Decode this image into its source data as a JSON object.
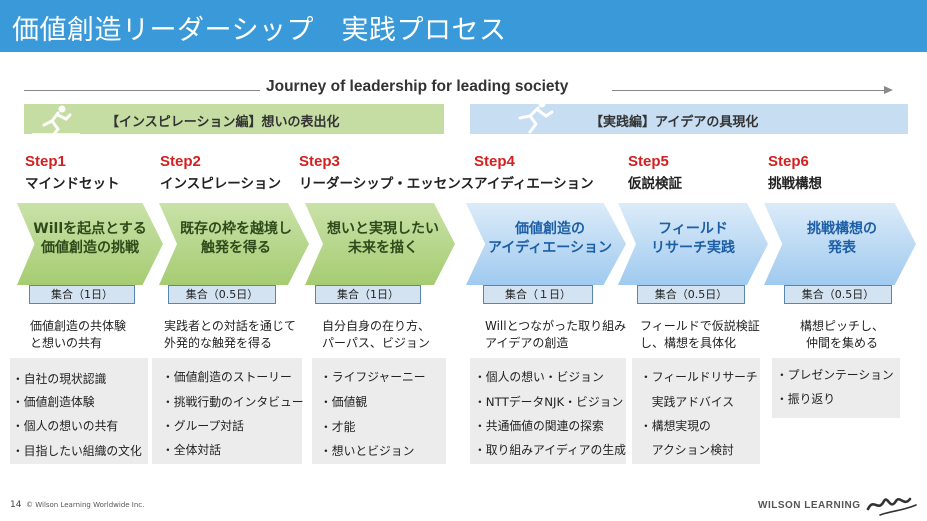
{
  "title": "価値創造リーダーシップ　実践プロセス",
  "journey": "Journey of leadership for leading society",
  "phases": [
    {
      "label": "【インスピレーション編】想いの表出化"
    },
    {
      "label": "【実践編】アイデアの具現化"
    }
  ],
  "steps": [
    {
      "number": "Step1",
      "name": "マインドセット",
      "chevron": [
        "Willを起点とする",
        "価値創造の挑戦"
      ],
      "session": "集合（1日）",
      "desc": [
        "価値創造の共体験",
        "と想いの共有"
      ],
      "bullets": [
        "・自社の現状認識",
        "・価値創造体験",
        "・個人の想いの共有",
        "・目指したい組織の文化"
      ]
    },
    {
      "number": "Step2",
      "name": "インスピレーション",
      "chevron": [
        "既存の枠を越境し",
        "触発を得る"
      ],
      "session": "集合（0.5日）",
      "desc": [
        "実践者との対話を通じて",
        "外発的な触発を得る"
      ],
      "bullets": [
        "・価値創造のストーリー",
        "・挑戦行動のインタビュー",
        "・グループ対話",
        "・全体対話"
      ]
    },
    {
      "number": "Step3",
      "name": "リーダーシップ・エッセンス",
      "chevron": [
        "想いと実現したい",
        "未来を描く"
      ],
      "session": "集合（1日）",
      "desc": [
        "自分自身の在り方、",
        "パーパス、ビジョン"
      ],
      "bullets": [
        "・ライフジャーニー",
        "・価値観",
        "・才能",
        "・想いとビジョン"
      ]
    },
    {
      "number": "Step4",
      "name": "アイディエーション",
      "chevron": [
        "価値創造の",
        "アイディエーション"
      ],
      "session": "集合（１日）",
      "desc": [
        "Willとつながった取り組み",
        "アイデアの創造"
      ],
      "bullets": [
        "・個人の想い・ビジョン",
        "・NTTデータNJK・ビジョン",
        "・共通価値の関連の探索",
        "・取り組みアイディアの生成"
      ]
    },
    {
      "number": "Step5",
      "name": "仮説検証",
      "chevron": [
        "フィールド",
        "リサーチ実践"
      ],
      "session": "集合（0.5日）",
      "desc": [
        "フィールドで仮説検証",
        "し、構想を具体化"
      ],
      "bullets": [
        "・フィールドリサーチ",
        "　実践アドバイス",
        "・構想実現の",
        "　アクション検討"
      ]
    },
    {
      "number": "Step6",
      "name": "挑戦構想",
      "chevron": [
        "挑戦構想の",
        "発表"
      ],
      "session": "集合（0.5日）",
      "desc": [
        "構想ピッチし、",
        "仲間を集める"
      ],
      "bullets": [
        "・プレゼンテーション",
        "・振り返り"
      ]
    }
  ],
  "footer": {
    "page": "14",
    "copyright": "© Wilson Learning Worldwide Inc.",
    "brand": "WILSON LEARNING"
  },
  "icons": [
    "runner-icon-green-phase",
    "runner-icon-blue-phase",
    "journey-arrow-icon",
    "wilson-logo-icon"
  ],
  "colors": {
    "title_bar": "#3a9ad9",
    "step_number": "#d42020",
    "green_phase": "#c5dca2",
    "blue_phase": "#c6ddf2",
    "chevron_green_text": "#2f4a1a",
    "chevron_blue_text": "#1d5fa6",
    "session_box": "#d3e3f1",
    "bullet_box": "#ececec"
  }
}
